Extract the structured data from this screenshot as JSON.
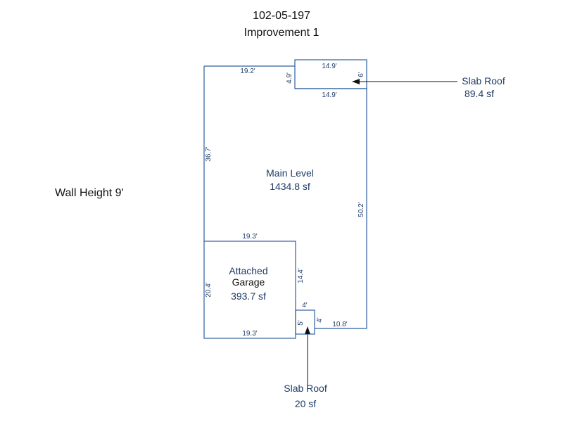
{
  "header": {
    "parcel_id": "102-05-197",
    "improvement": "Improvement 1"
  },
  "wall_height": "Wall Height 9'",
  "areas": {
    "main": {
      "name": "Main Level",
      "area": "1434.8 sf"
    },
    "garage": {
      "name_line1": "Attached",
      "name_line2": "Garage",
      "area": "393.7 sf"
    },
    "slab_top": {
      "name": "Slab Roof",
      "area": "89.4 sf"
    },
    "slab_bottom": {
      "name": "Slab Roof",
      "area": "20 sf"
    }
  },
  "dimensions": {
    "main_top": "19.2'",
    "main_left": "36.7'",
    "main_right": "50.2'",
    "main_bottom_right": "10.8'",
    "slab_top_top": "14.9'",
    "slab_top_bottom": "14.9'",
    "slab_top_left": "4.9'",
    "slab_top_right": "6'",
    "garage_top": "19.3'",
    "garage_left": "20.4'",
    "garage_right": "14.4'",
    "garage_bottom": "19.3'",
    "slab_small_top": "4'",
    "slab_small_left": "5'",
    "slab_small_right": "4'"
  },
  "colors": {
    "line": "#2f5f9f",
    "label": "#1f3b66",
    "arrow": "#111111"
  }
}
